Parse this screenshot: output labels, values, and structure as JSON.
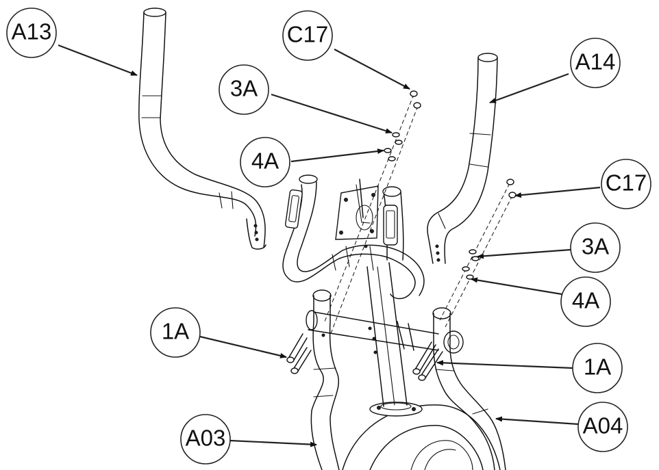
{
  "callouts": {
    "a13": "A13",
    "c17_top": "C17",
    "a14": "A14",
    "3a_top": "3A",
    "4a_top": "4A",
    "c17_right": "C17",
    "3a_right": "3A",
    "4a_right": "4A",
    "1a_left": "1A",
    "1a_right": "1A",
    "a03": "A03",
    "a04": "A04"
  },
  "colors": {
    "line": "#111111",
    "background": "#ffffff"
  }
}
